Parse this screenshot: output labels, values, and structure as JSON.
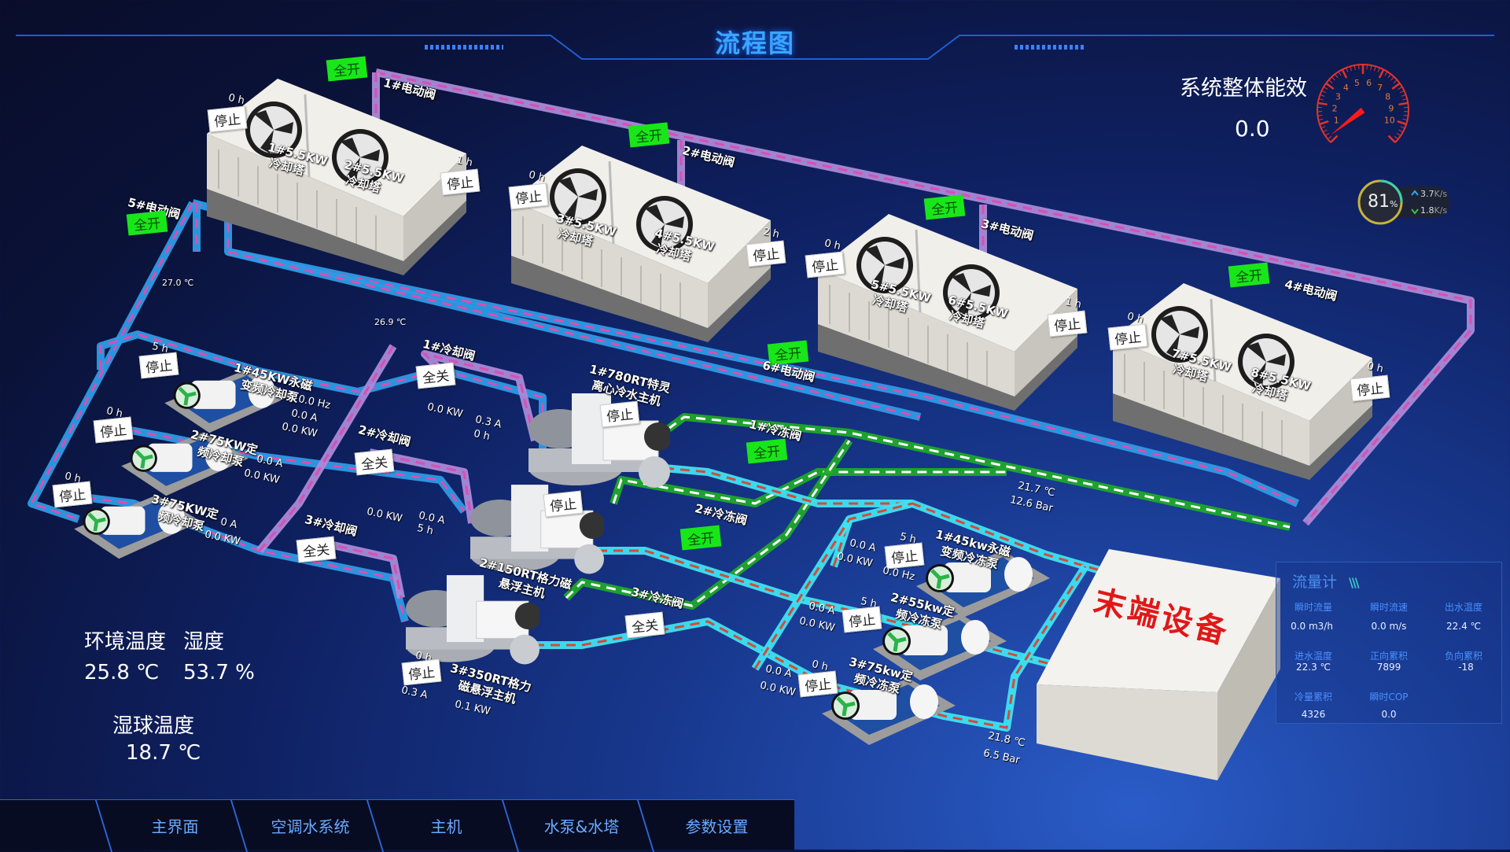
{
  "header": {
    "title": "流程图"
  },
  "efficiency": {
    "label": "系统整体能效",
    "value": "0.0",
    "gauge_ticks": [
      "1",
      "2",
      "3",
      "4",
      "5",
      "6",
      "7",
      "8",
      "9",
      "10"
    ],
    "gauge_value": 0.0,
    "gauge_color": "#e0342c"
  },
  "netmon": {
    "percent": "81",
    "percent_unit": "%",
    "up": "3.7",
    "down": "1.8",
    "rate_unit": "K/s"
  },
  "environment": {
    "temp_label": "环境温度",
    "humidity_label": "湿度",
    "temp": "25.8 ℃",
    "humidity": "53.7 %",
    "wetbulb_label": "湿球温度",
    "wetbulb": "18.7 ℃"
  },
  "towers": [
    {
      "fan_a": "1#5.5KW",
      "fan_b": "2#5.5KW",
      "type": "冷却塔",
      "valve": "1#电动阀",
      "valve_state": "全开",
      "left_hours": "0 h",
      "left_status": "停止",
      "right_hours": "1 h",
      "right_status": "停止"
    },
    {
      "fan_a": "3#5.5KW",
      "fan_b": "4#5.5KW",
      "type": "冷却塔",
      "valve": "2#电动阀",
      "valve_state": "全开",
      "left_hours": "0 h",
      "left_status": "停止",
      "right_hours": "2 h",
      "right_status": "停止"
    },
    {
      "fan_a": "5#5.5KW",
      "fan_b": "6#5.5KW",
      "type": "冷却塔",
      "valve": "3#电动阀",
      "valve_state": "全开",
      "left_hours": "0 h",
      "left_status": "停止",
      "right_hours": "1 h",
      "right_status": "停止"
    },
    {
      "fan_a": "7#5.5KW",
      "fan_b": "8#5.5KW",
      "type": "冷却塔",
      "valve": "4#电动阀",
      "valve_state": "全开",
      "left_hours": "0 h",
      "left_status": "停止",
      "right_hours": "0 h",
      "right_status": "停止"
    }
  ],
  "bypass_valves": [
    {
      "name": "5#电动阀",
      "state": "全开"
    },
    {
      "name": "6#电动阀",
      "state": "全开"
    }
  ],
  "cooling_temps": {
    "supply": "27.0 ℃",
    "return": "26.9 ℃"
  },
  "cooling_pumps": [
    {
      "name": "1#45KW永磁\n变频冷却泵",
      "hours": "5 h",
      "status": "停止",
      "readings": [
        "0.0 Hz",
        "0.0 A",
        "0.0 KW"
      ]
    },
    {
      "name": "2#75KW定\n频冷却泵",
      "hours": "0 h",
      "status": "停止",
      "readings": [
        "0.0 A",
        "0.0 KW"
      ]
    },
    {
      "name": "3#75KW定\n频冷却泵",
      "hours": "0 h",
      "status": "停止",
      "readings": [
        "0 A",
        "0.0 KW"
      ]
    }
  ],
  "cooling_valves": [
    {
      "name": "1#冷却阀",
      "state": "全关",
      "power": "0.0 KW",
      "current": "0.3 A",
      "hours": "0 h"
    },
    {
      "name": "2#冷却阀",
      "state": "全关",
      "power": "0.0 KW",
      "current": "0.0 A",
      "hours": "5 h"
    },
    {
      "name": "3#冷却阀",
      "state": "全关"
    }
  ],
  "chillers": [
    {
      "name": "1#780RT特灵\n离心冷水主机",
      "status": "停止"
    },
    {
      "name": "2#150RT格力磁\n悬浮主机",
      "status": "停止"
    },
    {
      "name": "3#350RT格力\n磁悬浮主机",
      "status": "停止",
      "hours": "0 h",
      "current": "0.3 A",
      "power": "0.1 KW"
    }
  ],
  "chilled_valves": [
    {
      "name": "1#冷冻阀",
      "state": "全开"
    },
    {
      "name": "2#冷冻阀",
      "state": "全开"
    },
    {
      "name": "3#冷冻阀",
      "state": "全关"
    }
  ],
  "chilled_supply": {
    "temp": "21.7 ℃",
    "pressure": "12.6 Bar"
  },
  "chilled_return": {
    "temp": "21.8 ℃",
    "pressure": "6.5 Bar"
  },
  "chilled_pumps": [
    {
      "name": "1#45kw永磁\n变频冷冻泵",
      "hours": "5 h",
      "status": "停止",
      "current": "0.0 A",
      "power": "0.0 KW",
      "freq": "0.0 Hz"
    },
    {
      "name": "2#55kw定\n频冷冻泵",
      "hours": "5 h",
      "status": "停止",
      "current": "0.0 A",
      "power": "0.0 KW"
    },
    {
      "name": "3#75kw定\n频冷冻泵",
      "hours": "0 h",
      "status": "停止",
      "current": "0.0 A",
      "power": "0.0 KW"
    }
  ],
  "end_device": {
    "label": "末端设备"
  },
  "flowmeter": {
    "title": "流量计",
    "items": [
      {
        "label": "瞬时流量",
        "value": "0.0 m3/h"
      },
      {
        "label": "瞬时流速",
        "value": "0.0 m/s"
      },
      {
        "label": "出水温度",
        "value": "22.4 ℃"
      },
      {
        "label": "进水温度",
        "value": "22.3 ℃"
      },
      {
        "label": "正向累积",
        "value": "7899"
      },
      {
        "label": "负向累积",
        "value": "-18"
      },
      {
        "label": "冷量累积",
        "value": "4326"
      },
      {
        "label": "瞬时COP",
        "value": "0.0"
      }
    ]
  },
  "nav": {
    "tabs": [
      "主界面",
      "空调水系统",
      "主机",
      "水泵&水塔",
      "参数设置"
    ]
  }
}
